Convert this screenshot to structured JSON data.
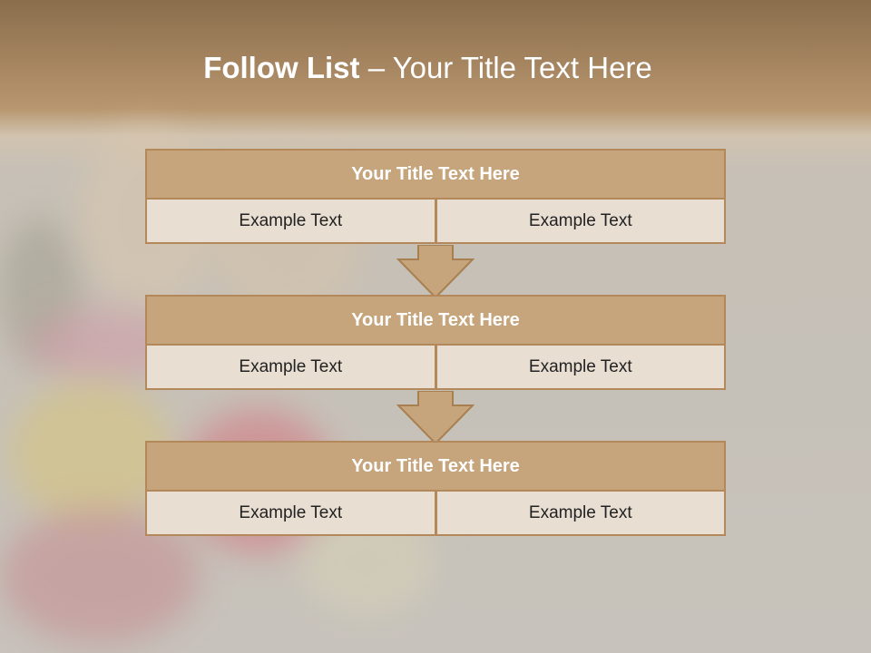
{
  "title": {
    "bold": "Follow List ",
    "rest": " – Your Title Text Here"
  },
  "blocks": [
    {
      "title": "Your Title Text Here",
      "left": "Example Text",
      "right": "Example Text"
    },
    {
      "title": "Your Title Text Here",
      "left": "Example Text",
      "right": "Example Text"
    },
    {
      "title": "Your Title Text Here",
      "left": "Example Text",
      "right": "Example Text"
    }
  ],
  "colors": {
    "header_fill": "#c6a47c",
    "cell_fill": "#e8ded2",
    "border": "#b3895c",
    "arrow": "#c6a47c"
  }
}
